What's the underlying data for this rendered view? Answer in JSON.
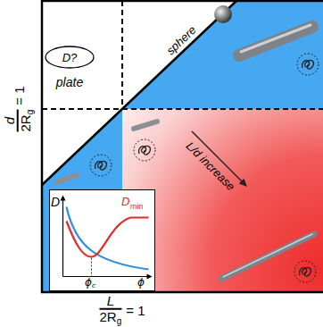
{
  "diagram": {
    "nodes": [
      {
        "text": [
          "D?"
        ]
      },
      {
        "text": [
          "D",
          "D",
          "min",
          "ϕ",
          "ϕ",
          "c"
        ]
      }
    ],
    "labels": [
      "plate",
      "sphere",
      "L/d increase",
      "d",
      "2R",
      "g",
      "= 1",
      "L",
      "2R",
      "g",
      "= 1"
    ]
  }
}
